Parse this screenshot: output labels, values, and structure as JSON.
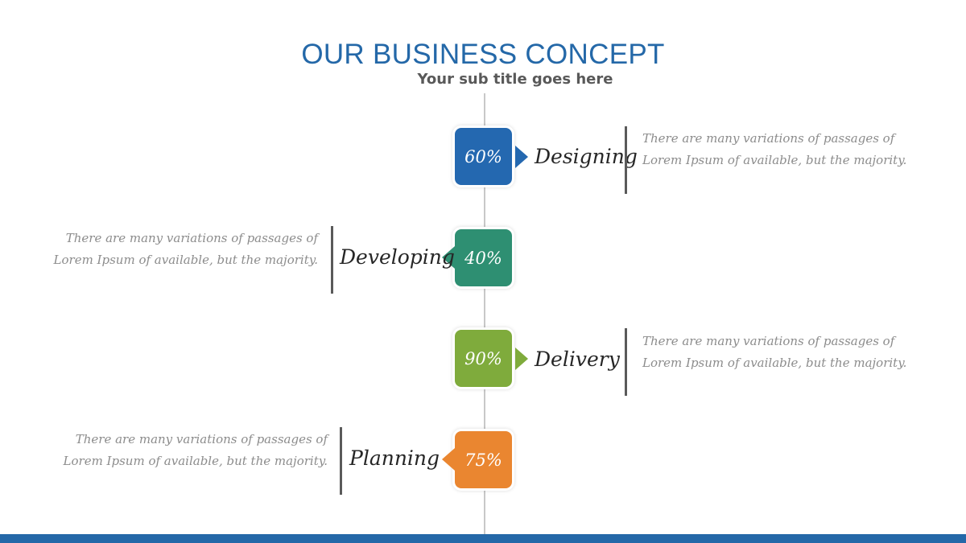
{
  "title": "OUR BUSINESS CONCEPT",
  "subtitle": "Your sub title goes here",
  "items": [
    {
      "percent": "60%",
      "label": "Designing",
      "desc_line1": "There are many variations of passages of",
      "desc_line2": "Lorem Ipsum  of available, but the majority.",
      "color": "#2468b0",
      "value": 60
    },
    {
      "percent": "40%",
      "label": "Developing",
      "desc_line1": "There are many variations of passages of",
      "desc_line2": "Lorem Ipsum  of available, but the majority.",
      "color": "#2e8f72",
      "value": 40
    },
    {
      "percent": "90%",
      "label": "Delivery",
      "desc_line1": "There are many variations of passages of",
      "desc_line2": "Lorem Ipsum  of available, but the majority.",
      "color": "#7fab3c",
      "value": 90
    },
    {
      "percent": "75%",
      "label": "Planning",
      "desc_line1": "There are many variations of passages of",
      "desc_line2": "Lorem Ipsum  of available, but the majority.",
      "color": "#ea8630",
      "value": 75
    }
  ],
  "colors": {
    "title": "#2468a8",
    "bottom_bar": "#2468a8",
    "timeline": "#c8c8c8"
  }
}
